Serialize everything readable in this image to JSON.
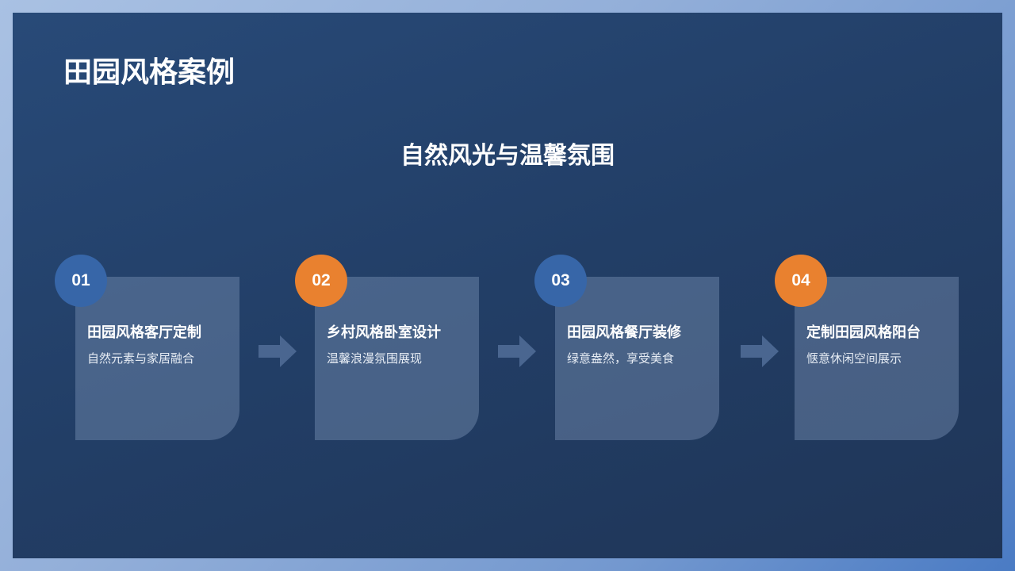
{
  "page": {
    "title": "田园风格案例",
    "subtitle": "自然风光与温馨氛围"
  },
  "colors": {
    "panel_bg": "#223e66",
    "frame": "#93afd9",
    "badge_blue": "#3766a8",
    "badge_orange": "#e9812f",
    "card_bg": "rgba(120,145,180,0.45)",
    "arrow": "#4a6690"
  },
  "steps": [
    {
      "number": "01",
      "title": "田园风格客厅定制",
      "description": "自然元素与家居融合",
      "badge_color": "blue"
    },
    {
      "number": "02",
      "title": "乡村风格卧室设计",
      "description": "温馨浪漫氛围展现",
      "badge_color": "orange"
    },
    {
      "number": "03",
      "title": "田园风格餐厅装修",
      "description": "绿意盎然，享受美食",
      "badge_color": "blue"
    },
    {
      "number": "04",
      "title": "定制田园风格阳台",
      "description": "惬意休闲空间展示",
      "badge_color": "orange"
    }
  ],
  "connectors": [
    {
      "icon": "arrow-right-icon"
    },
    {
      "icon": "arrow-right-icon"
    },
    {
      "icon": "arrow-right-icon"
    }
  ]
}
